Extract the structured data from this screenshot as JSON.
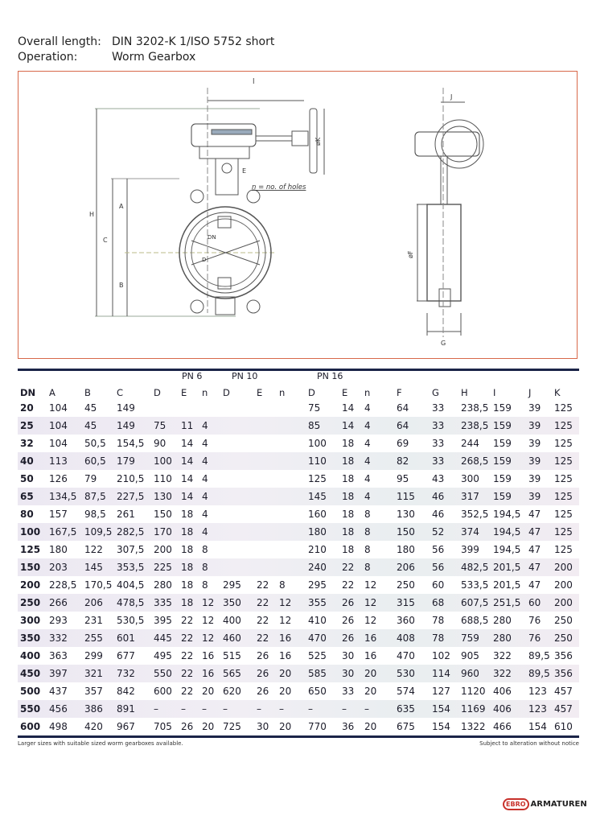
{
  "header": {
    "overall_length_label": "Overall length:",
    "overall_length_value": "DIN 3202-K 1/ISO 5752 short",
    "operation_label": "Operation:",
    "operation_value": "Worm Gearbox"
  },
  "drawing": {
    "labels": {
      "l": "l",
      "K": "øK",
      "holes": "n = no. of holes",
      "H": "H",
      "C": "C",
      "A": "A",
      "B": "B",
      "DN": "DN",
      "D": "D",
      "E": "E",
      "J": "J",
      "F": "øF",
      "G": "G"
    },
    "accent_color": "#d8694a"
  },
  "table": {
    "groups": [
      "PN 6",
      "PN 10",
      "PN 16"
    ],
    "columns": [
      "DN",
      "A",
      "B",
      "C",
      "D",
      "E",
      "n",
      "D",
      "E",
      "n",
      "D",
      "E",
      "n",
      "F",
      "G",
      "H",
      "I",
      "J",
      "K"
    ],
    "rows": [
      [
        "20",
        "104",
        "45",
        "149",
        "",
        "",
        "",
        "",
        "",
        "",
        "75",
        "14",
        "4",
        "64",
        "33",
        "238,5",
        "159",
        "39",
        "125"
      ],
      [
        "25",
        "104",
        "45",
        "149",
        "75",
        "11",
        "4",
        "",
        "",
        "",
        "85",
        "14",
        "4",
        "64",
        "33",
        "238,5",
        "159",
        "39",
        "125"
      ],
      [
        "32",
        "104",
        "50,5",
        "154,5",
        "90",
        "14",
        "4",
        "",
        "",
        "",
        "100",
        "18",
        "4",
        "69",
        "33",
        "244",
        "159",
        "39",
        "125"
      ],
      [
        "40",
        "113",
        "60,5",
        "179",
        "100",
        "14",
        "4",
        "",
        "",
        "",
        "110",
        "18",
        "4",
        "82",
        "33",
        "268,5",
        "159",
        "39",
        "125"
      ],
      [
        "50",
        "126",
        "79",
        "210,5",
        "110",
        "14",
        "4",
        "",
        "",
        "",
        "125",
        "18",
        "4",
        "95",
        "43",
        "300",
        "159",
        "39",
        "125"
      ],
      [
        "65",
        "134,5",
        "87,5",
        "227,5",
        "130",
        "14",
        "4",
        "",
        "",
        "",
        "145",
        "18",
        "4",
        "115",
        "46",
        "317",
        "159",
        "39",
        "125"
      ],
      [
        "80",
        "157",
        "98,5",
        "261",
        "150",
        "18",
        "4",
        "",
        "",
        "",
        "160",
        "18",
        "8",
        "130",
        "46",
        "352,5",
        "194,5",
        "47",
        "125"
      ],
      [
        "100",
        "167,5",
        "109,5",
        "282,5",
        "170",
        "18",
        "4",
        "",
        "",
        "",
        "180",
        "18",
        "8",
        "150",
        "52",
        "374",
        "194,5",
        "47",
        "125"
      ],
      [
        "125",
        "180",
        "122",
        "307,5",
        "200",
        "18",
        "8",
        "",
        "",
        "",
        "210",
        "18",
        "8",
        "180",
        "56",
        "399",
        "194,5",
        "47",
        "125"
      ],
      [
        "150",
        "203",
        "145",
        "353,5",
        "225",
        "18",
        "8",
        "",
        "",
        "",
        "240",
        "22",
        "8",
        "206",
        "56",
        "482,5",
        "201,5",
        "47",
        "200"
      ],
      [
        "200",
        "228,5",
        "170,5",
        "404,5",
        "280",
        "18",
        "8",
        "295",
        "22",
        "8",
        "295",
        "22",
        "12",
        "250",
        "60",
        "533,5",
        "201,5",
        "47",
        "200"
      ],
      [
        "250",
        "266",
        "206",
        "478,5",
        "335",
        "18",
        "12",
        "350",
        "22",
        "12",
        "355",
        "26",
        "12",
        "315",
        "68",
        "607,5",
        "251,5",
        "60",
        "200"
      ],
      [
        "300",
        "293",
        "231",
        "530,5",
        "395",
        "22",
        "12",
        "400",
        "22",
        "12",
        "410",
        "26",
        "12",
        "360",
        "78",
        "688,5",
        "280",
        "76",
        "250"
      ],
      [
        "350",
        "332",
        "255",
        "601",
        "445",
        "22",
        "12",
        "460",
        "22",
        "16",
        "470",
        "26",
        "16",
        "408",
        "78",
        "759",
        "280",
        "76",
        "250"
      ],
      [
        "400",
        "363",
        "299",
        "677",
        "495",
        "22",
        "16",
        "515",
        "26",
        "16",
        "525",
        "30",
        "16",
        "470",
        "102",
        "905",
        "322",
        "89,5",
        "356"
      ],
      [
        "450",
        "397",
        "321",
        "732",
        "550",
        "22",
        "16",
        "565",
        "26",
        "20",
        "585",
        "30",
        "20",
        "530",
        "114",
        "960",
        "322",
        "89,5",
        "356"
      ],
      [
        "500",
        "437",
        "357",
        "842",
        "600",
        "22",
        "20",
        "620",
        "26",
        "20",
        "650",
        "33",
        "20",
        "574",
        "127",
        "1120",
        "406",
        "123",
        "457"
      ],
      [
        "550",
        "456",
        "386",
        "891",
        "–",
        "–",
        "–",
        "–",
        "–",
        "–",
        "–",
        "–",
        "–",
        "635",
        "154",
        "1169",
        "406",
        "123",
        "457"
      ],
      [
        "600",
        "498",
        "420",
        "967",
        "705",
        "26",
        "20",
        "725",
        "30",
        "20",
        "770",
        "36",
        "20",
        "675",
        "154",
        "1322",
        "466",
        "154",
        "610"
      ]
    ]
  },
  "footer": {
    "left": "Larger sizes with suitable sized worm gearboxes available.",
    "right": "Subject to alteration without notice"
  },
  "logo": {
    "badge": "EBRO",
    "name": "ARMATUREN"
  }
}
